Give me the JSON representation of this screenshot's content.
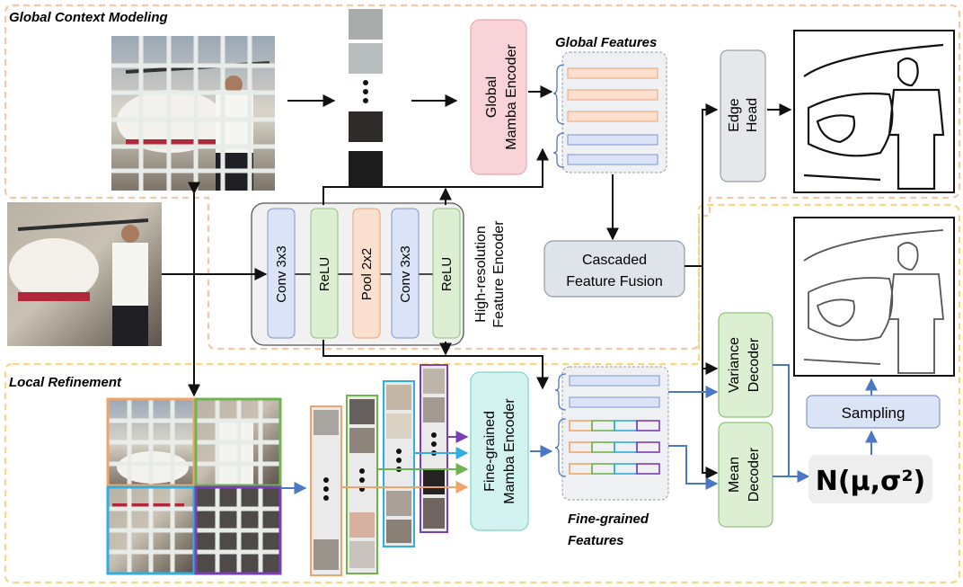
{
  "sections": {
    "global": "Global Context Modeling",
    "local": "Local Refinement"
  },
  "labels": {
    "global_features": "Global Features",
    "fine_features_1": "Fine-grained",
    "fine_features_2": "Features"
  },
  "blocks": {
    "global_encoder_1": "Global",
    "global_encoder_2": "Mamba Encoder",
    "edge_head_1": "Edge",
    "edge_head_2": "Head",
    "fusion_1": "Cascaded",
    "fusion_2": "Feature Fusion",
    "hr_encoder_1": "High-resolution",
    "hr_encoder_2": "Feature Encoder",
    "conv1": "Conv 3x3",
    "relu1": "ReLU",
    "pool": "Pool 2x2",
    "conv2": "Conv 3x3",
    "relu2": "ReLU",
    "fine_encoder_1": "Fine-grained",
    "fine_encoder_2": "Mamba Encoder",
    "variance_decoder_1": "Variance",
    "variance_decoder_2": "Decoder",
    "mean_decoder_1": "Mean",
    "mean_decoder_2": "Decoder",
    "sampling": "Sampling",
    "distribution": "N(μ,σ²)"
  },
  "colors": {
    "global_dash": "#f2c9a6",
    "local_dash": "#f6d77f",
    "mamba_pink": "#f8d3d8",
    "mamba_cyan": "#d2f3ef",
    "green_box": "#dcefd2",
    "blue_box": "#dbe4f6",
    "gray_box": "#dfe4ea",
    "peach": "#fbdfcf",
    "arrow_black": "#111111",
    "arrow_blue": "#4a78c4",
    "orange": "#f0a46a",
    "green": "#6fb34f",
    "cyan": "#30aee0",
    "purple": "#7b3fb4"
  }
}
